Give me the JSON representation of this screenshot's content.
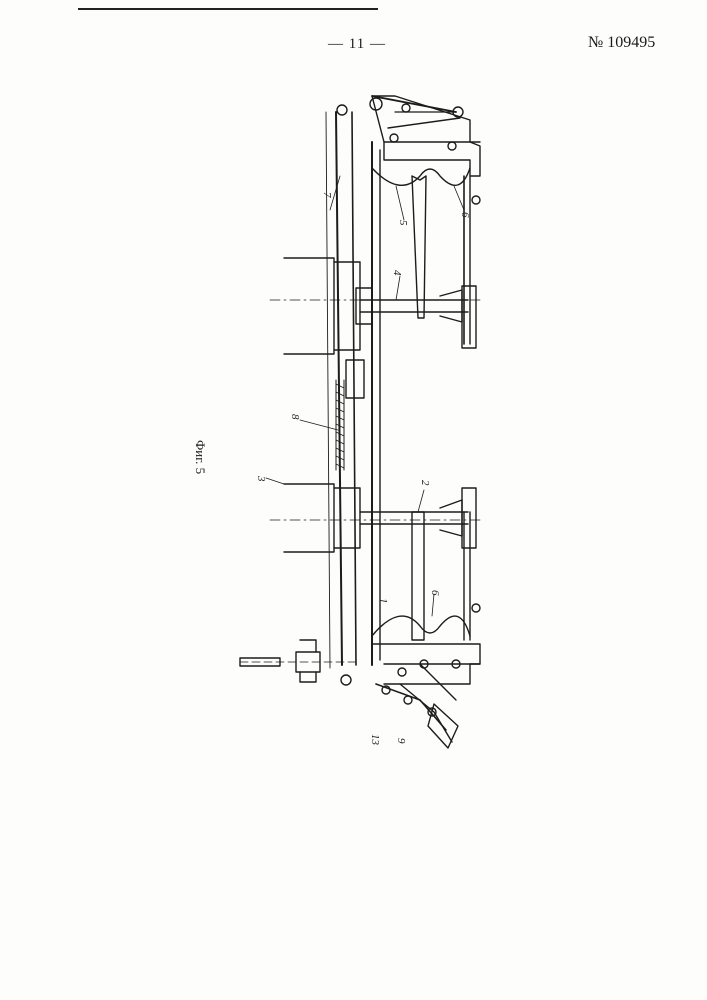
{
  "header": {
    "page_number": "— 11 —",
    "patent_number": "№ 109495"
  },
  "figure": {
    "caption": "Фиг. 5",
    "callouts": [
      "1",
      "2",
      "3",
      "4",
      "5",
      "6",
      "6",
      "7",
      "8",
      "9",
      "13"
    ]
  }
}
